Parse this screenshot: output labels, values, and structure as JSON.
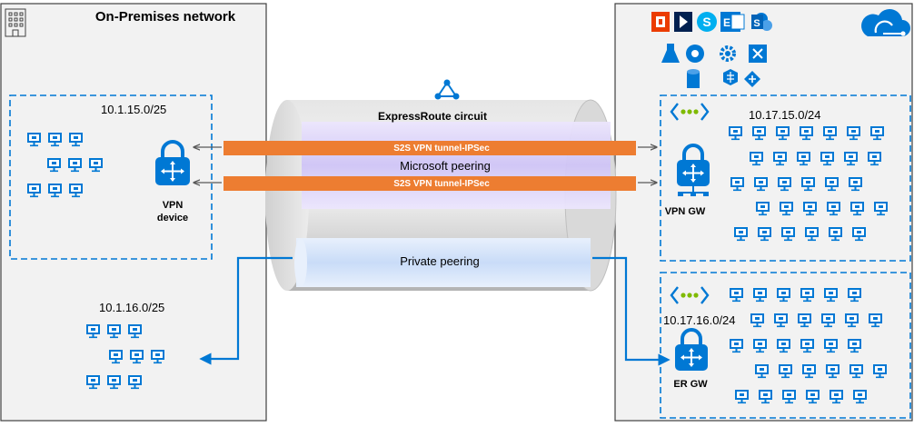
{
  "colors": {
    "accent": "#0078d4",
    "tunnel": "#ed7d31",
    "panel_fill": "#f2f2f2",
    "panel_border": "#404040",
    "microsoft_peering": "#cfc4f6",
    "private_peering": "#c9dcf8",
    "green_dots": "#7fba00"
  },
  "onprem": {
    "title": "On-Premises network",
    "subnet1": {
      "cidr": "10.1.15.0/25"
    },
    "subnet2": {
      "cidr": "10.1.16.0/25"
    },
    "vpn_device": {
      "line1": "VPN",
      "line2": "device"
    }
  },
  "circuit": {
    "title": "ExpressRoute circuit",
    "microsoft_peering": "Microsoft peering",
    "private_peering": "Private peering",
    "tunnel_upper": "S2S VPN tunnel-IPSec",
    "tunnel_lower": "S2S VPN tunnel-IPSec"
  },
  "azure": {
    "vnet1": {
      "cidr": "10.17.15.0/24",
      "gateway": "VPN GW"
    },
    "vnet2": {
      "cidr": "10.17.16.0/24",
      "gateway": "ER GW"
    }
  }
}
